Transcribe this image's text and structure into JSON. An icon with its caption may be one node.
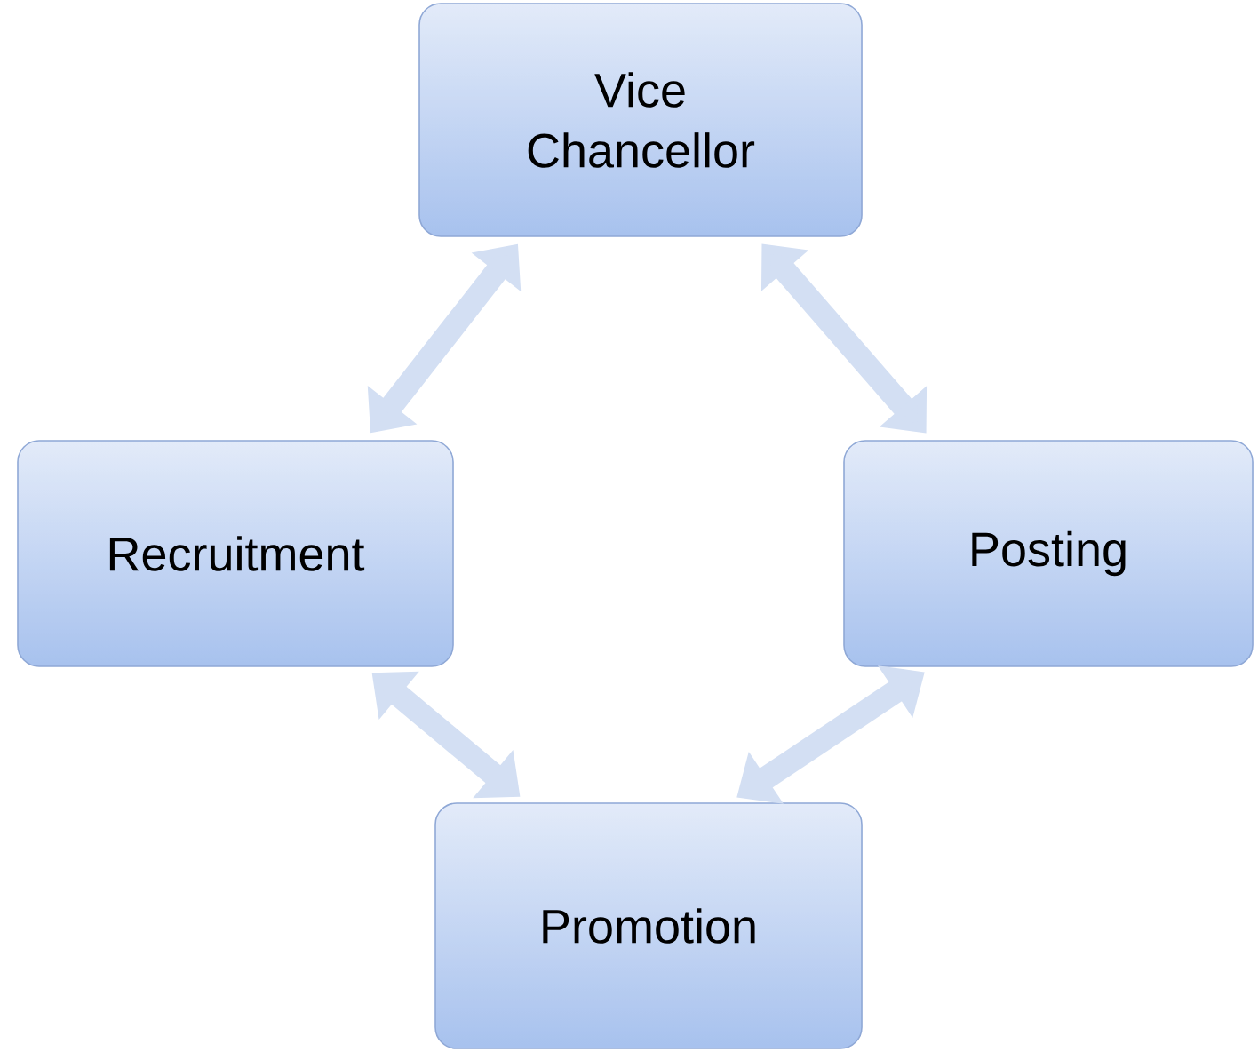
{
  "diagram": {
    "nodes": [
      {
        "text": [
          "Vice Chancellor"
        ]
      },
      {
        "text": [
          "Recruitment"
        ]
      },
      {
        "text": [
          "Posting"
        ]
      },
      {
        "text": [
          "Promotion"
        ]
      }
    ],
    "edges": [
      {
        "from": 0,
        "to": 1,
        "arrow": "both"
      },
      {
        "from": 0,
        "to": 2,
        "arrow": "both"
      },
      {
        "from": 1,
        "to": 3,
        "arrow": "both"
      },
      {
        "from": 2,
        "to": 3,
        "arrow": "both"
      }
    ]
  }
}
